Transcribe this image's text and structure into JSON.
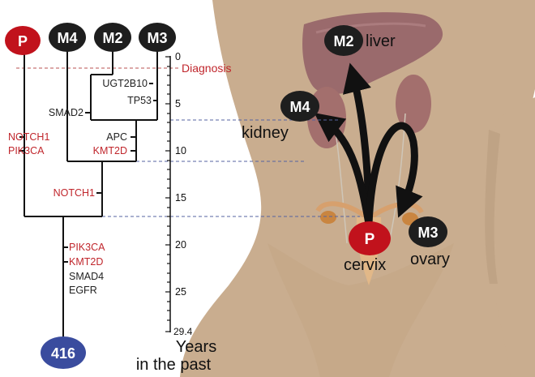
{
  "colors": {
    "primary_red": "#c1121c",
    "metastasis_black": "#1e1e1e",
    "root_blue": "#3a4c9e",
    "mutation_red": "#c0262c",
    "mutation_black": "#222222",
    "body_skin": "#c9ad8f",
    "liver": "#9a6a6c",
    "kidney": "#a36f6d",
    "reproductive": "#d7a06d"
  },
  "nodes": {
    "primary": "P",
    "m4": "M4",
    "m2": "M2",
    "m3": "M3",
    "root": "416"
  },
  "axis": {
    "ticks": [
      "0",
      "5",
      "10",
      "15",
      "20",
      "25",
      "29.4"
    ],
    "title_line1": "Years",
    "title_line2": "in the past"
  },
  "events": {
    "diagnosis": "Diagnosis"
  },
  "mutations": {
    "ugt2b10": "UGT2B10",
    "tp53": "TP53",
    "smad2": "SMAD2",
    "apc": "APC",
    "kmt2d_m4": "KMT2D",
    "notch1_p": "NOTCH1",
    "pik3ca_p": "PIK3CA",
    "notch1_shared": "NOTCH1",
    "pik3ca_trunk": "PIK3CA",
    "kmt2d_trunk": "KMT2D",
    "smad4_trunk": "SMAD4",
    "egfr_trunk": "EGFR"
  },
  "anatomy": {
    "liver": "liver",
    "kidney": "kidney",
    "cervix": "cervix",
    "ovary": "ovary",
    "m2_node": "M2",
    "m4_node": "M4",
    "p_node": "P",
    "m3_node": "M3"
  }
}
